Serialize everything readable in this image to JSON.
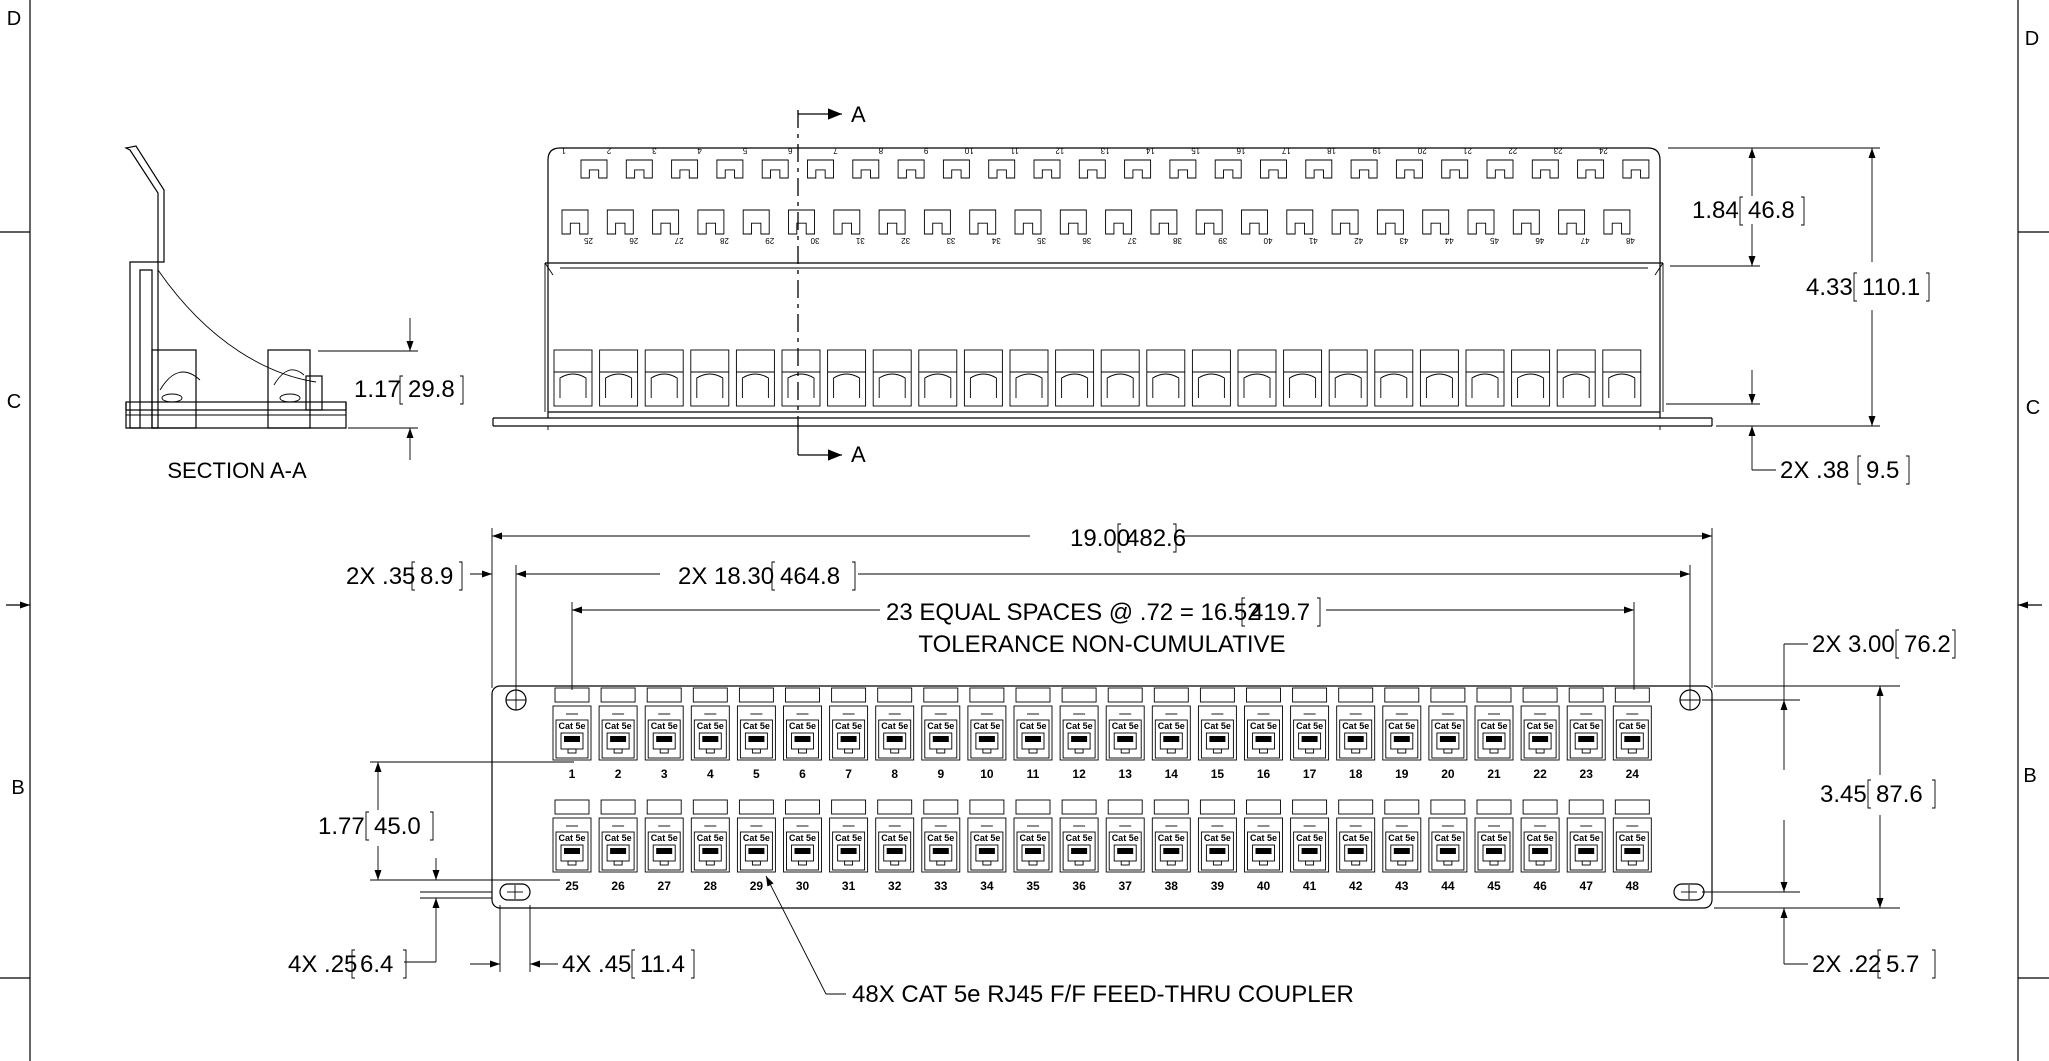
{
  "zones": {
    "left": [
      "D",
      "C",
      "B"
    ],
    "right": [
      "D",
      "C",
      "B"
    ]
  },
  "section_view": {
    "label": "SECTION A-A",
    "dim_height": "1.17",
    "dim_height_mm": "29.8"
  },
  "section_marker": {
    "letter": "A"
  },
  "rear_view": {
    "top_numbers": [
      "1",
      "2",
      "3",
      "4",
      "5",
      "6",
      "7",
      "8",
      "9",
      "10",
      "11",
      "12",
      "13",
      "14",
      "15",
      "16",
      "17",
      "18",
      "19",
      "20",
      "21",
      "22",
      "23",
      "24"
    ],
    "bottom_numbers": [
      "25",
      "26",
      "27",
      "28",
      "29",
      "30",
      "31",
      "32",
      "33",
      "34",
      "35",
      "36",
      "37",
      "38",
      "39",
      "40",
      "41",
      "42",
      "43",
      "44",
      "45",
      "46",
      "47",
      "48"
    ],
    "dim_upper": "1.84",
    "dim_upper_mm": "46.8",
    "dim_total": "4.33",
    "dim_total_mm": "110.1",
    "dim_flange": "2X .38",
    "dim_flange_mm": "9.5"
  },
  "front_view": {
    "dim_overall": "19.00",
    "dim_overall_mm": "482.6",
    "dim_holes": "2X 18.30",
    "dim_holes_mm": "464.8",
    "dim_edge": "2X .35",
    "dim_edge_mm": "8.9",
    "dim_spaces": "23 EQUAL SPACES @ .72 = 16.52",
    "dim_spaces_mm": "419.7",
    "tolerance_note": "TOLERANCE NON-CUMULATIVE",
    "dim_row": "1.77",
    "dim_row_mm": "45.0",
    "dim_bottom_small": "4X .25",
    "dim_bottom_small_mm": "6.4",
    "dim_port_offset": "4X .45",
    "dim_port_offset_mm": "11.4",
    "dim_mount_spacing": "2X 3.00",
    "dim_mount_spacing_mm": "76.2",
    "dim_panel_height": "3.45",
    "dim_panel_height_mm": "87.6",
    "dim_hole_bottom": "2X .22",
    "dim_hole_bottom_mm": "5.7",
    "callout": "48X CAT 5e RJ45 F/F FEED-THRU COUPLER",
    "port_label": "Cat 5e",
    "top_ports": [
      "1",
      "2",
      "3",
      "4",
      "5",
      "6",
      "7",
      "8",
      "9",
      "10",
      "11",
      "12",
      "13",
      "14",
      "15",
      "16",
      "17",
      "18",
      "19",
      "20",
      "21",
      "22",
      "23",
      "24"
    ],
    "bottom_ports": [
      "25",
      "26",
      "27",
      "28",
      "29",
      "30",
      "31",
      "32",
      "33",
      "34",
      "35",
      "36",
      "37",
      "38",
      "39",
      "40",
      "41",
      "42",
      "43",
      "44",
      "45",
      "46",
      "47",
      "48"
    ]
  }
}
